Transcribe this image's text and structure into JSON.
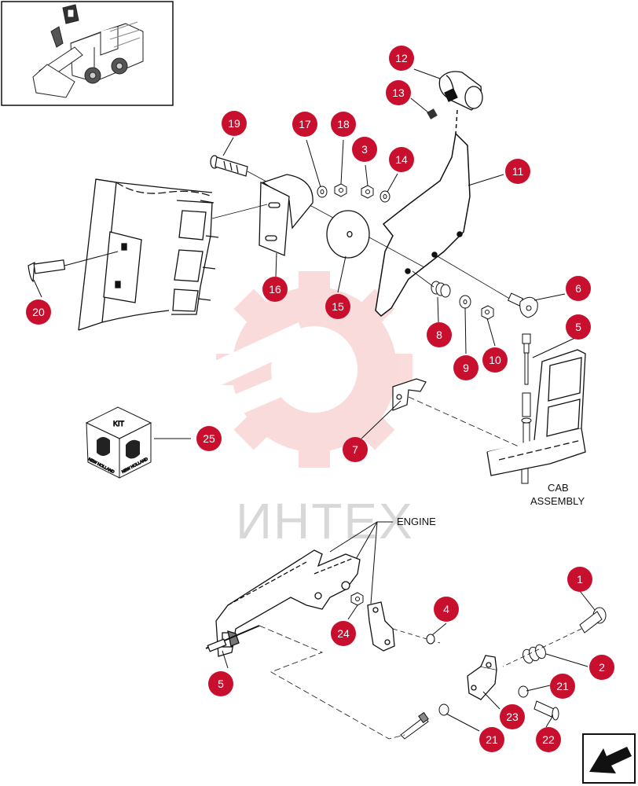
{
  "watermark": {
    "text": "ИНТЕХ",
    "color": "#f4a0a0"
  },
  "labels": {
    "cab_line1": "CAB",
    "cab_line2": "ASSEMBLY",
    "engine": "ENGINE",
    "kit": "KIT",
    "brand": "NEW HOLLAND"
  },
  "callout_color": "#c8102e",
  "callouts": [
    {
      "id": "c1",
      "text": "1"
    },
    {
      "id": "c2",
      "text": "2"
    },
    {
      "id": "c3",
      "text": "3"
    },
    {
      "id": "c4",
      "text": "4"
    },
    {
      "id": "c5a",
      "text": "5"
    },
    {
      "id": "c5b",
      "text": "5"
    },
    {
      "id": "c6",
      "text": "6"
    },
    {
      "id": "c7",
      "text": "7"
    },
    {
      "id": "c8",
      "text": "8"
    },
    {
      "id": "c9",
      "text": "9"
    },
    {
      "id": "c10",
      "text": "10"
    },
    {
      "id": "c11",
      "text": "11"
    },
    {
      "id": "c12",
      "text": "12"
    },
    {
      "id": "c13",
      "text": "13"
    },
    {
      "id": "c14",
      "text": "14"
    },
    {
      "id": "c15",
      "text": "15"
    },
    {
      "id": "c16",
      "text": "16"
    },
    {
      "id": "c17",
      "text": "17"
    },
    {
      "id": "c18",
      "text": "18"
    },
    {
      "id": "c19",
      "text": "19"
    },
    {
      "id": "c20",
      "text": "20"
    },
    {
      "id": "c21a",
      "text": "21"
    },
    {
      "id": "c21b",
      "text": "21"
    },
    {
      "id": "c22",
      "text": "22"
    },
    {
      "id": "c23",
      "text": "23"
    },
    {
      "id": "c24",
      "text": "24"
    },
    {
      "id": "c25",
      "text": "25"
    }
  ],
  "nav": {
    "icon": "next-page-arrow-icon"
  }
}
